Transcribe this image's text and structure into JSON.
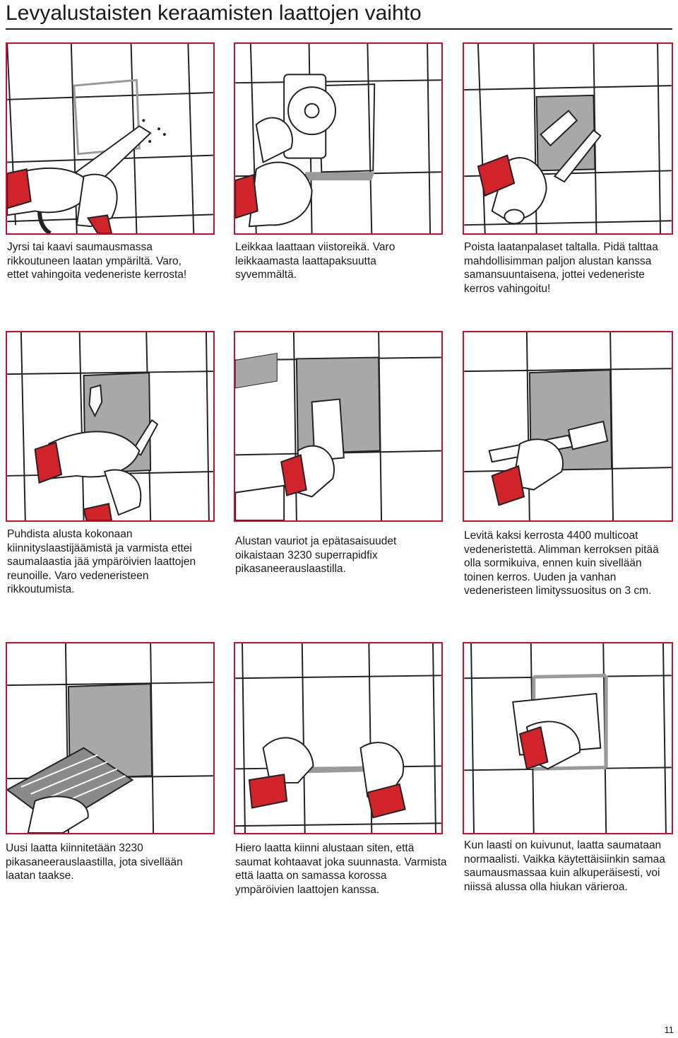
{
  "page": {
    "title": "Levyalustaisten keraamisten laattojen vaihto",
    "page_number": "11"
  },
  "steps": [
    {
      "caption": "Jyrsi tai kaavi saumausmassa rikkoutuneen laatan ympäriltä. Varo, ettet vahingoita vedeneriste kerrosta!"
    },
    {
      "caption": "Leikkaa laattaan viistoreikä. Varo leikkaamasta laattapaksuutta syvemmältä."
    },
    {
      "caption": "Poista laatanpalaset taltalla. Pidä talttaa mahdollisimman paljon alustan kanssa samansuuntaisena, jottei vedeneriste kerros vahingoitu!"
    },
    {
      "caption": "Puhdista alusta kokonaan kiinnityslaastijäämistä ja varmista ettei saumalaastia jää ympäröivien laattojen reunoille. Varo vedeneristeen rikkoutumista."
    },
    {
      "caption": "Alustan vauriot ja epätasaisuudet oikaistaan 3230 superrapidfix pikasaneerauslaastilla."
    },
    {
      "caption": "Levitä kaksi kerrosta 4400 multicoat vedeneristettä. Alimman kerroksen pitää olla sormikuiva, ennen kuin sivellään toinen kerros. Uuden ja vanhan vedeneristeen limityssuositus on 3 cm."
    },
    {
      "caption": "Uusi laatta kiinnitetään 3230 pikasaneerauslaastilla, jota sivellään laatan taakse."
    },
    {
      "caption": "Hiero laatta kiinni alustaan siten, että saumat kohtaavat joka suunnasta. Varmista että laatta on samassa korossa ympäröivien laattojen kanssa."
    },
    {
      "caption": "Kun laasti on kuivunut, laatta saumataan normaalisti. Vaikka käytettäisiinkin samaa saumausmassaa kuin alkuperäisesti, voi niissä alussa olla hiukan värieroa."
    }
  ],
  "colors": {
    "frame": "#c8102e",
    "cuff": "#d2232a",
    "grout": "#9a9a9a",
    "substrate": "#a8a8a8"
  },
  "icons": [
    "hand-icon",
    "grinder-icon",
    "chisel-icon",
    "spatula-icon",
    "brush-icon",
    "notched-trowel-icon"
  ]
}
